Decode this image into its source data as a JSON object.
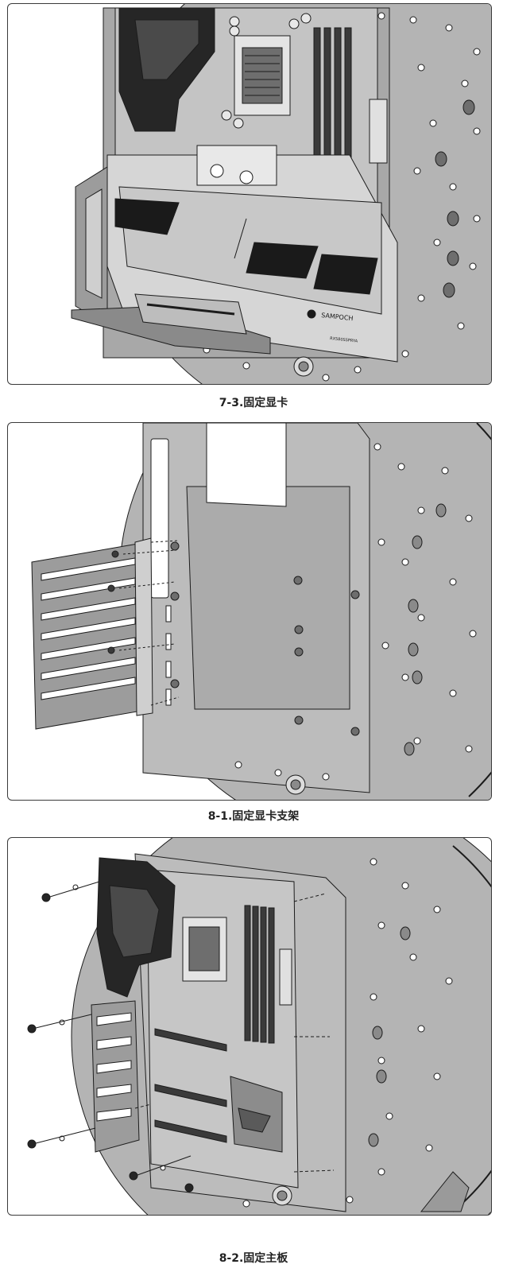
{
  "figures": [
    {
      "caption": "7-3.固定显卡",
      "gpu_brand": "SAMPOCH",
      "gpu_model": "RX580SSPRYA"
    },
    {
      "caption": "8-1.固定显卡支架"
    },
    {
      "caption": "8-2.固定主板"
    }
  ],
  "colors": {
    "plate": "#b4b4b4",
    "plate_edge": "#9a9a9a",
    "dark": "#262626",
    "mid": "#6e6e6e",
    "light": "#d2d2d2",
    "stroke": "#1c1c1c"
  }
}
